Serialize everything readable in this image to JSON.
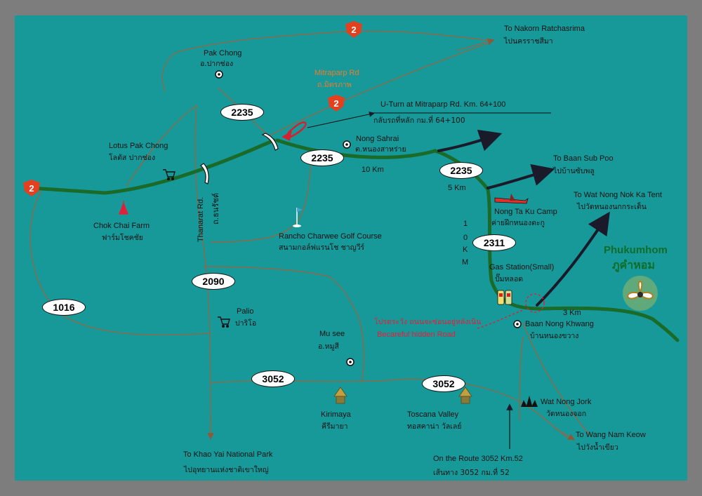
{
  "colors": {
    "background": "#17999a",
    "frame": "#7d7d7d",
    "main_road": "#1a6b2a",
    "minor_road": "#8a6a4a",
    "arrow": "#1a1a2a",
    "shield": "#e2401f",
    "brand": "#0f6d2a",
    "warning": "#e0203a",
    "mitraparp": "#f07a2a"
  },
  "routes": {
    "shield_2": "2",
    "r2235_a": "2235",
    "r2235_b": "2235",
    "r2235_c": "2235",
    "r2311": "2311",
    "r2090": "2090",
    "r1016": "1016",
    "r3052_a": "3052",
    "r3052_b": "3052"
  },
  "places": {
    "nakorn_en": "To Nakorn Ratchasrima",
    "nakorn_th": "ไปนครราชสีมา",
    "pakchong_en": "Pak Chong",
    "pakchong_th": "อ.ปากช่อง",
    "mitraparp_en": "Mitraparp Rd",
    "mitraparp_th": "ถ.มิตรภาพ",
    "uturn_en": "U-Turn at Mitraparp Rd. Km. 64+100",
    "uturn_th": "กลับรถที่หลัก กม.ที่ 64+100",
    "nongsahrai_en": "Nong Sahrai",
    "nongsahrai_th": "ต.หนองสาหร่าย",
    "lotus_en": "Lotus Pak Chong",
    "lotus_th": "โลตัส ปากช่อง",
    "subpoo_en": "To Baan Sub Poo",
    "subpoo_th": "ไปบ้านซับพลู",
    "nongnokka_en": "To Wat Nong Nok Ka Tent",
    "nongnokka_th": "ไปวัดหนองนกกระเต็น",
    "chokchai_en": "Chok Chai Farm",
    "chokchai_th": "ฟาร์มโชคชัย",
    "rancho_en": "Rancho Charwee Golf Course",
    "rancho_th": "สนามกอล์ฟแรนโช ชาญวีร์",
    "nongtaku_en": "Nong Ta Ku Camp",
    "nongtaku_th": "ค่ายฝึกหนองตะกู",
    "gas_en": "Gas Station(Small)",
    "gas_th": "ปั๊มหลอด",
    "palio_en": "Palio",
    "palio_th": "ปาริโอ",
    "warning_th": "โปรดระวัง ถนนจะซ่อนอยู่หลังเนิน",
    "warning_en": "Becareful hidden Road",
    "nongkhwang_en": "Baan Nong Khwang",
    "nongkhwang_th": "บ้านหนองขวาง",
    "musee_en": "Mu see",
    "musee_th": "อ.หมูสี",
    "kirimaya_en": "Kirimaya",
    "kirimaya_th": "คีรีมายา",
    "toscana_en": "Toscana Valley",
    "toscana_th": "ทอสคาน่า วัลเลย์",
    "nongjork_en": "Wat Nong Jork",
    "nongjork_th": "วัดหนองจอก",
    "wangnamkeow_en": "To Wang Nam Keow",
    "wangnamkeow_th": "ไปวังน้ำเขียว",
    "khaoyai_en": "To Khao Yai National Park",
    "khaoyai_th": "ไปอุทยานแห่งชาติเขาใหญ่",
    "route3052_en": "On the Route 3052 Km.52",
    "route3052_th": "เส้นทาง 3052 กม.ที่ 52",
    "thanarat_en": "Thanarat Rd.",
    "thanarat_th": "ถ.ธนรัชต์"
  },
  "distances": {
    "d10km": "10 Km",
    "d5km": "5 Km",
    "d3km": "3 Km",
    "d10km_vertical": [
      "1",
      "0",
      "K",
      "M"
    ]
  },
  "brand": {
    "name_en": "Phukumhom",
    "name_th": "ภูคำหอม"
  },
  "icons": [
    "route-2-shield-icon",
    "tent-icon",
    "shopping-cart-icon",
    "golf-flag-icon",
    "airplane-icon",
    "gas-pump-icon",
    "hut-icon",
    "temple-icon",
    "town-dot-icon",
    "u-turn-arrow-icon",
    "road-underpass-icon",
    "resort-logo-icon"
  ]
}
